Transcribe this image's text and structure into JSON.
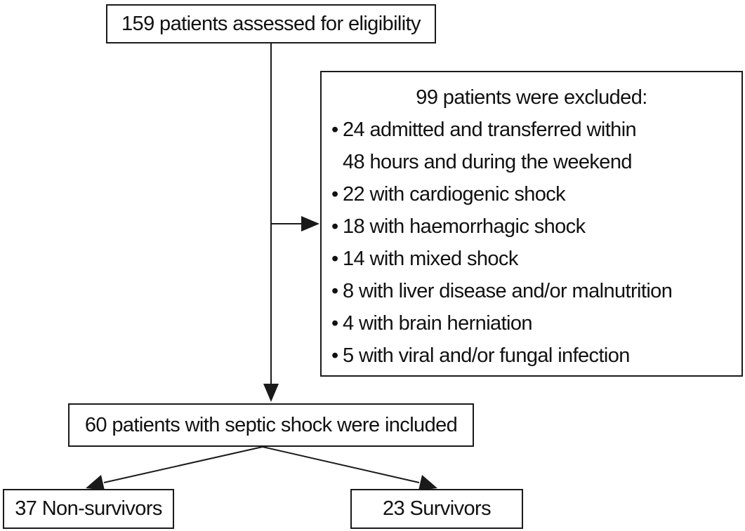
{
  "assessed": {
    "label": "159 patients assessed for eligibility"
  },
  "excluded": {
    "title": "99 patients were excluded:",
    "bullet": "•",
    "items": [
      {
        "line1": "24 admitted and transferred within",
        "line2": "48 hours and during the weekend"
      },
      {
        "line1": "22 with cardiogenic shock"
      },
      {
        "line1": "18 with haemorrhagic shock"
      },
      {
        "line1": "14 with mixed shock"
      },
      {
        "line1": "8 with liver disease and/or malnutrition"
      },
      {
        "line1": "4 with brain herniation"
      },
      {
        "line1": "5 with viral and/or fungal infection"
      }
    ]
  },
  "included": {
    "label": "60 patients with septic shock were included"
  },
  "outcomes": {
    "non_survivors": "37 Non-survivors",
    "survivors": "23 Survivors"
  },
  "colors": {
    "line": "#1a1a1a",
    "text": "#111111",
    "background": "#ffffff"
  }
}
